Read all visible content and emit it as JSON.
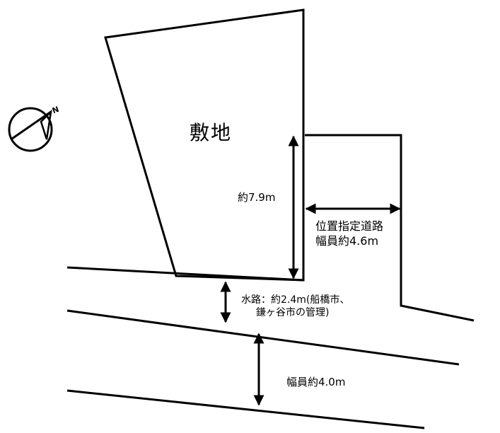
{
  "site": {
    "label": "敷地"
  },
  "dimensions": {
    "site_depth": "約7.9m",
    "road_width": "幅員約4.6m",
    "canal": "水路：約2.4m(船橋市、",
    "canal_continued": "鎌ヶ谷市の管理)",
    "bottom_road_width": "幅員約4.0m"
  },
  "road": {
    "label": "位置指定道路"
  },
  "compass": {
    "north_letter": "N",
    "icon": "north-arrow-icon"
  },
  "colors": {
    "line": "#000000",
    "background": "#ffffff"
  }
}
